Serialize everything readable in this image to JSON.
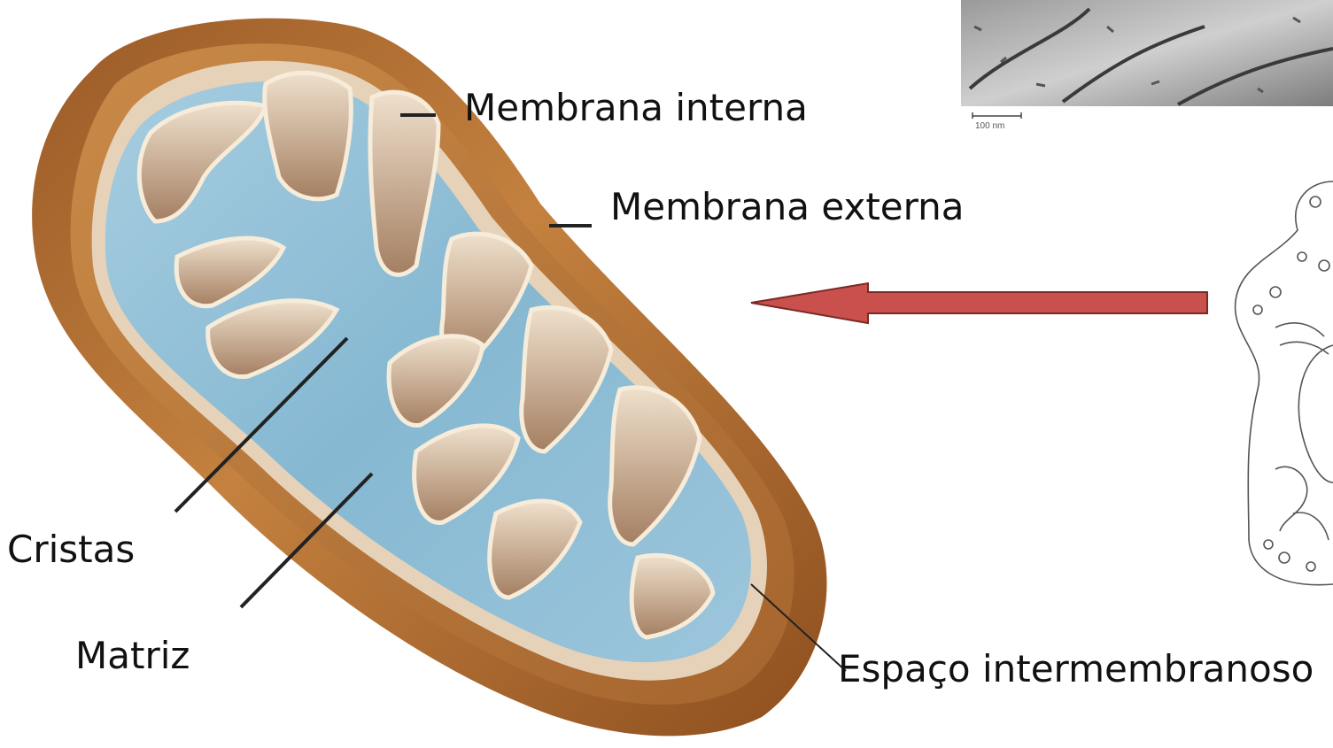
{
  "labels": {
    "inner_membrane": "Membrana interna",
    "outer_membrane": "Membrana externa",
    "cristae": "Cristas",
    "matrix": "Matriz",
    "intermembrane_space": "Espaço intermembranoso"
  },
  "micrograph": {
    "scale_bar": "100 nm"
  },
  "colors": {
    "outer_membrane": "#b5773a",
    "matrix": "#8fbfd8",
    "cristae": "#d9bfa3",
    "arrow": "#c9504c"
  }
}
